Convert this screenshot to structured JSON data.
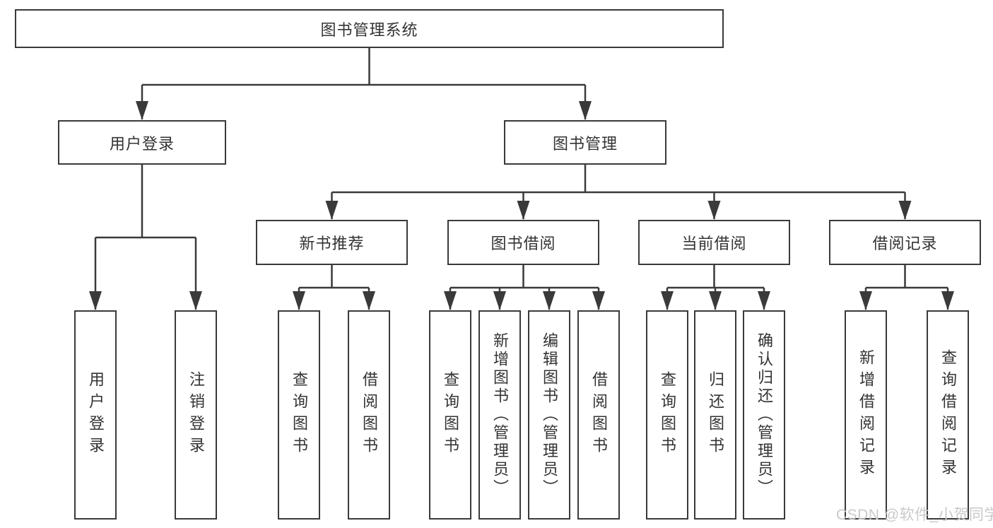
{
  "tree": {
    "root": "图书管理系统",
    "children": [
      {
        "label": "用户登录",
        "children": [
          {
            "label": "用户登录"
          },
          {
            "label": "注销登录"
          }
        ]
      },
      {
        "label": "图书管理",
        "children": [
          {
            "label": "新书推荐",
            "children": [
              {
                "label": "查询图书"
              },
              {
                "label": "借阅图书"
              }
            ]
          },
          {
            "label": "图书借阅",
            "children": [
              {
                "label": "查询图书"
              },
              {
                "label": "新增图书（管理员）"
              },
              {
                "label": "编辑图书（管理员）"
              },
              {
                "label": "借阅图书"
              }
            ]
          },
          {
            "label": "当前借阅",
            "children": [
              {
                "label": "查询图书"
              },
              {
                "label": "归还图书"
              },
              {
                "label": "确认归还（管理员）"
              }
            ]
          },
          {
            "label": "借阅记录",
            "children": [
              {
                "label": "新增借阅记录"
              },
              {
                "label": "查询借阅记录"
              }
            ]
          }
        ]
      }
    ]
  },
  "watermark": {
    "text": "CSDN @软件_小贺同学"
  },
  "colors": {
    "line": "#3a3a3a",
    "box_border": "#3a3a3a",
    "box_fill": "#ffffff",
    "text": "#333333",
    "watermark": "#c9c9c9",
    "background": "#ffffff"
  }
}
